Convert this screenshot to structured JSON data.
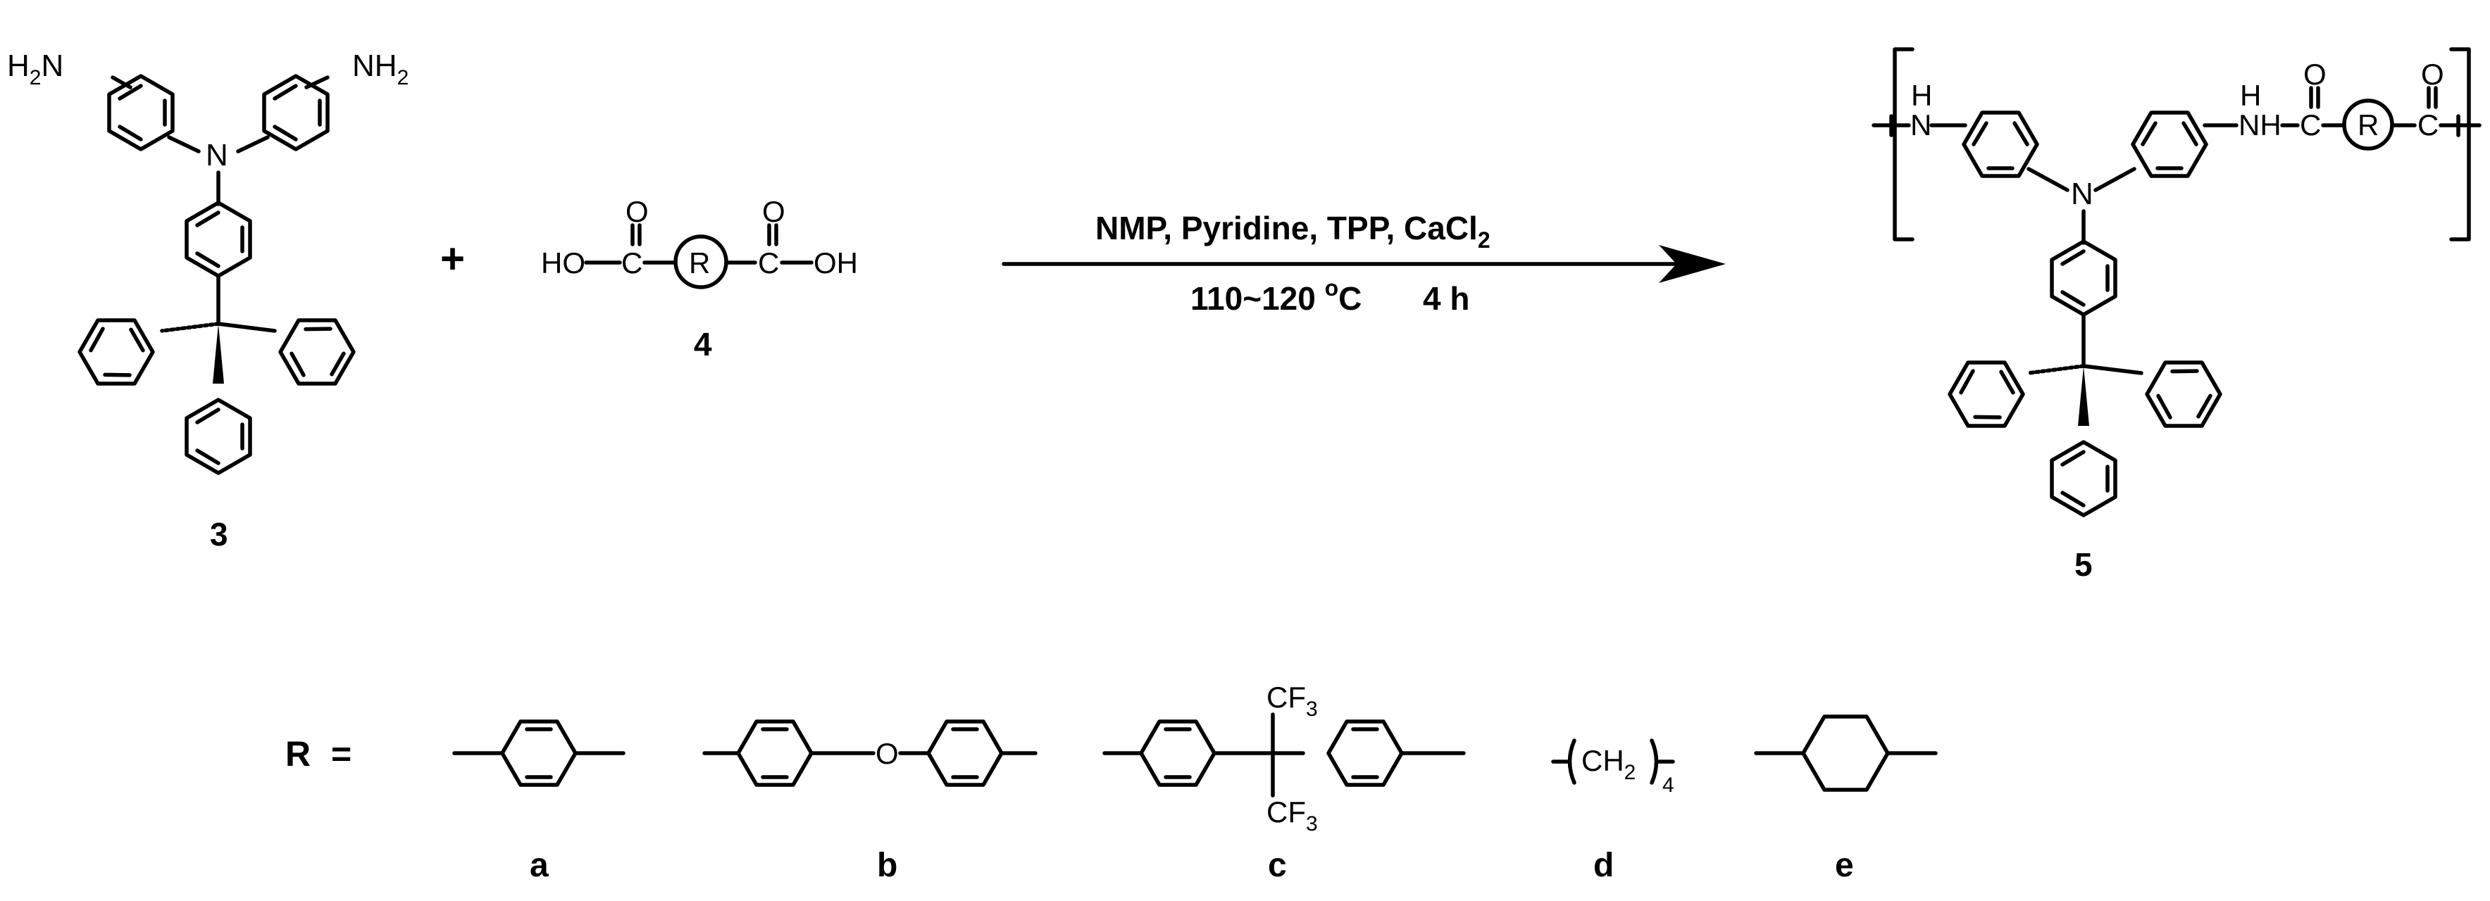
{
  "compounds": {
    "diamine": {
      "id": "3"
    },
    "diacid": {
      "id": "4"
    },
    "polymer": {
      "id": "5"
    }
  },
  "plus": "+",
  "atoms": {
    "h2n": "H",
    "h2n_sub": "2",
    "h2n_n": "N",
    "nh2": "NH",
    "nh2_sub": "2",
    "n": "N",
    "ho": "HO",
    "c": "C",
    "o": "O",
    "oh": "OH",
    "r": "R",
    "h": "H",
    "nh": "NH"
  },
  "conditions": {
    "reagents": "NMP, Pyridine, TPP, CaCl",
    "reagents_sub": "2",
    "temp_range": "110~120 ",
    "temp_degree": "o",
    "temp_unit": "C",
    "time": "4 h"
  },
  "r_groups": {
    "prefix": "R",
    "equals": "=",
    "items": [
      {
        "label": "a"
      },
      {
        "label": "b"
      },
      {
        "label": "c"
      },
      {
        "label": "d"
      },
      {
        "label": "e"
      }
    ],
    "b_oxygen": "O",
    "c_cf3": "CF",
    "c_cf3_sub": "3",
    "d_ch": "CH",
    "d_ch_sub": "2",
    "d_repeat": "4"
  },
  "colors": {
    "ink": "#000000",
    "background": "#ffffff"
  }
}
